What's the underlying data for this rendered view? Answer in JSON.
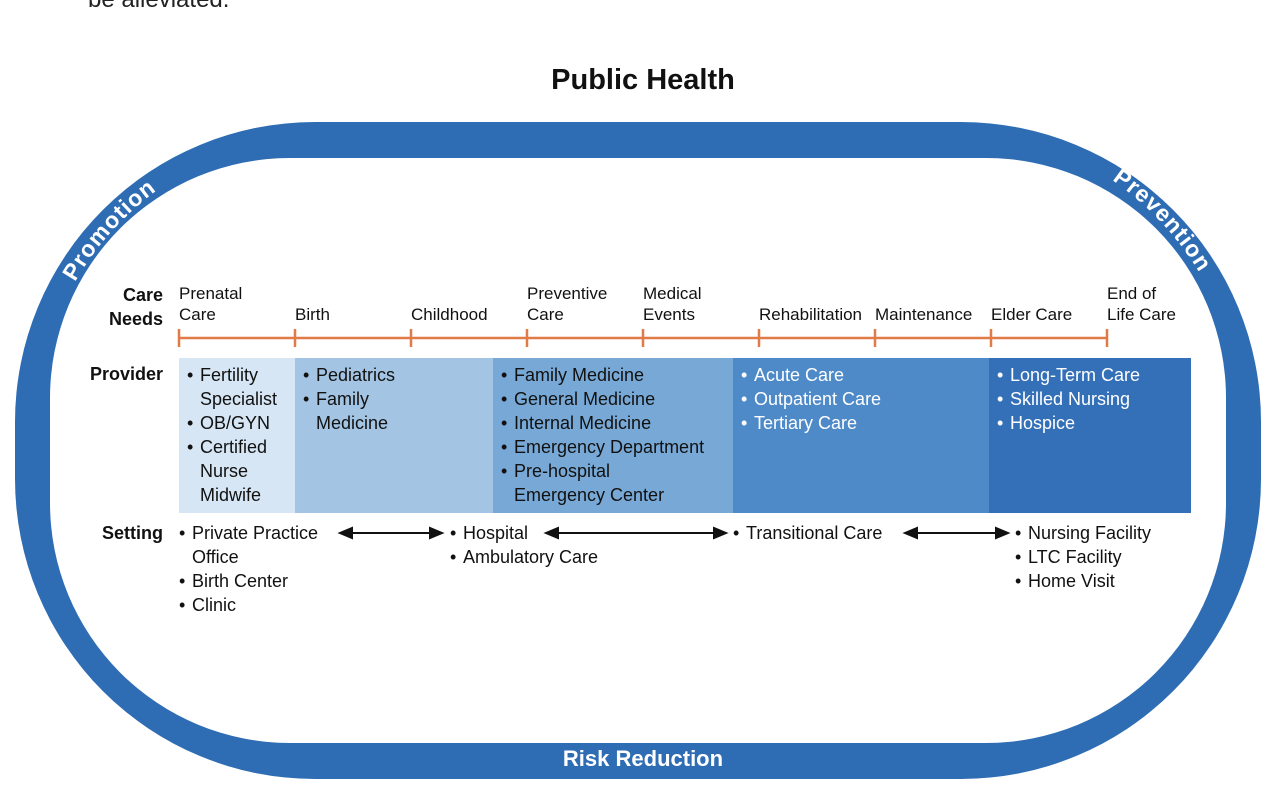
{
  "prev_text": "be alleviated.",
  "title": "Public Health",
  "ring": {
    "top_left": "Promotion",
    "top_right": "Prevention",
    "bottom": "Risk Reduction",
    "color": "#2e6db4"
  },
  "row_labels": {
    "care_needs_1": "Care",
    "care_needs_2": "Needs",
    "provider": "Provider",
    "setting": "Setting"
  },
  "care_needs": [
    {
      "line1": "Prenatal",
      "line2": "Care"
    },
    {
      "line1": "",
      "line2": "Birth"
    },
    {
      "line1": "",
      "line2": "Childhood"
    },
    {
      "line1": "Preventive",
      "line2": "Care"
    },
    {
      "line1": "Medical",
      "line2": "Events"
    },
    {
      "line1": "",
      "line2": "Rehabilitation"
    },
    {
      "line1": "",
      "line2": "Maintenance"
    },
    {
      "line1": "",
      "line2": "Elder Care"
    },
    {
      "line1": "End of",
      "line2": "Life Care"
    }
  ],
  "timeline_color": "#e07a47",
  "providers": [
    {
      "items": [
        "Fertility Specialist",
        "OB/GYN",
        "Certified Nurse Midwife"
      ],
      "bg": "#d6e6f4",
      "fg": "#111111"
    },
    {
      "items": [
        "Pediatrics",
        "Family Medicine"
      ],
      "bg": "#a3c5e3",
      "fg": "#111111"
    },
    {
      "items": [
        "Family Medicine",
        "General Medicine",
        "Internal Medicine",
        "Emergency Department",
        "Pre-hospital Emergency Center"
      ],
      "bg": "#78a9d6",
      "fg": "#111111"
    },
    {
      "items": [
        "Acute Care",
        "Outpatient Care",
        "Tertiary Care"
      ],
      "bg": "#4f8ac8",
      "fg": "#ffffff"
    },
    {
      "items": [
        "Long-Term Care",
        "Skilled Nursing",
        "Hospice"
      ],
      "bg": "#3470b8",
      "fg": "#ffffff"
    }
  ],
  "settings": [
    {
      "items": [
        "Private Practice Office",
        "Birth Center",
        "Clinic"
      ]
    },
    {
      "items": [
        "Hospital",
        "Ambulatory Care"
      ]
    },
    {
      "items": [
        "Transitional Care"
      ]
    },
    {
      "items": [
        "Nursing Facility",
        "LTC Facility",
        "Home Visit"
      ]
    }
  ]
}
